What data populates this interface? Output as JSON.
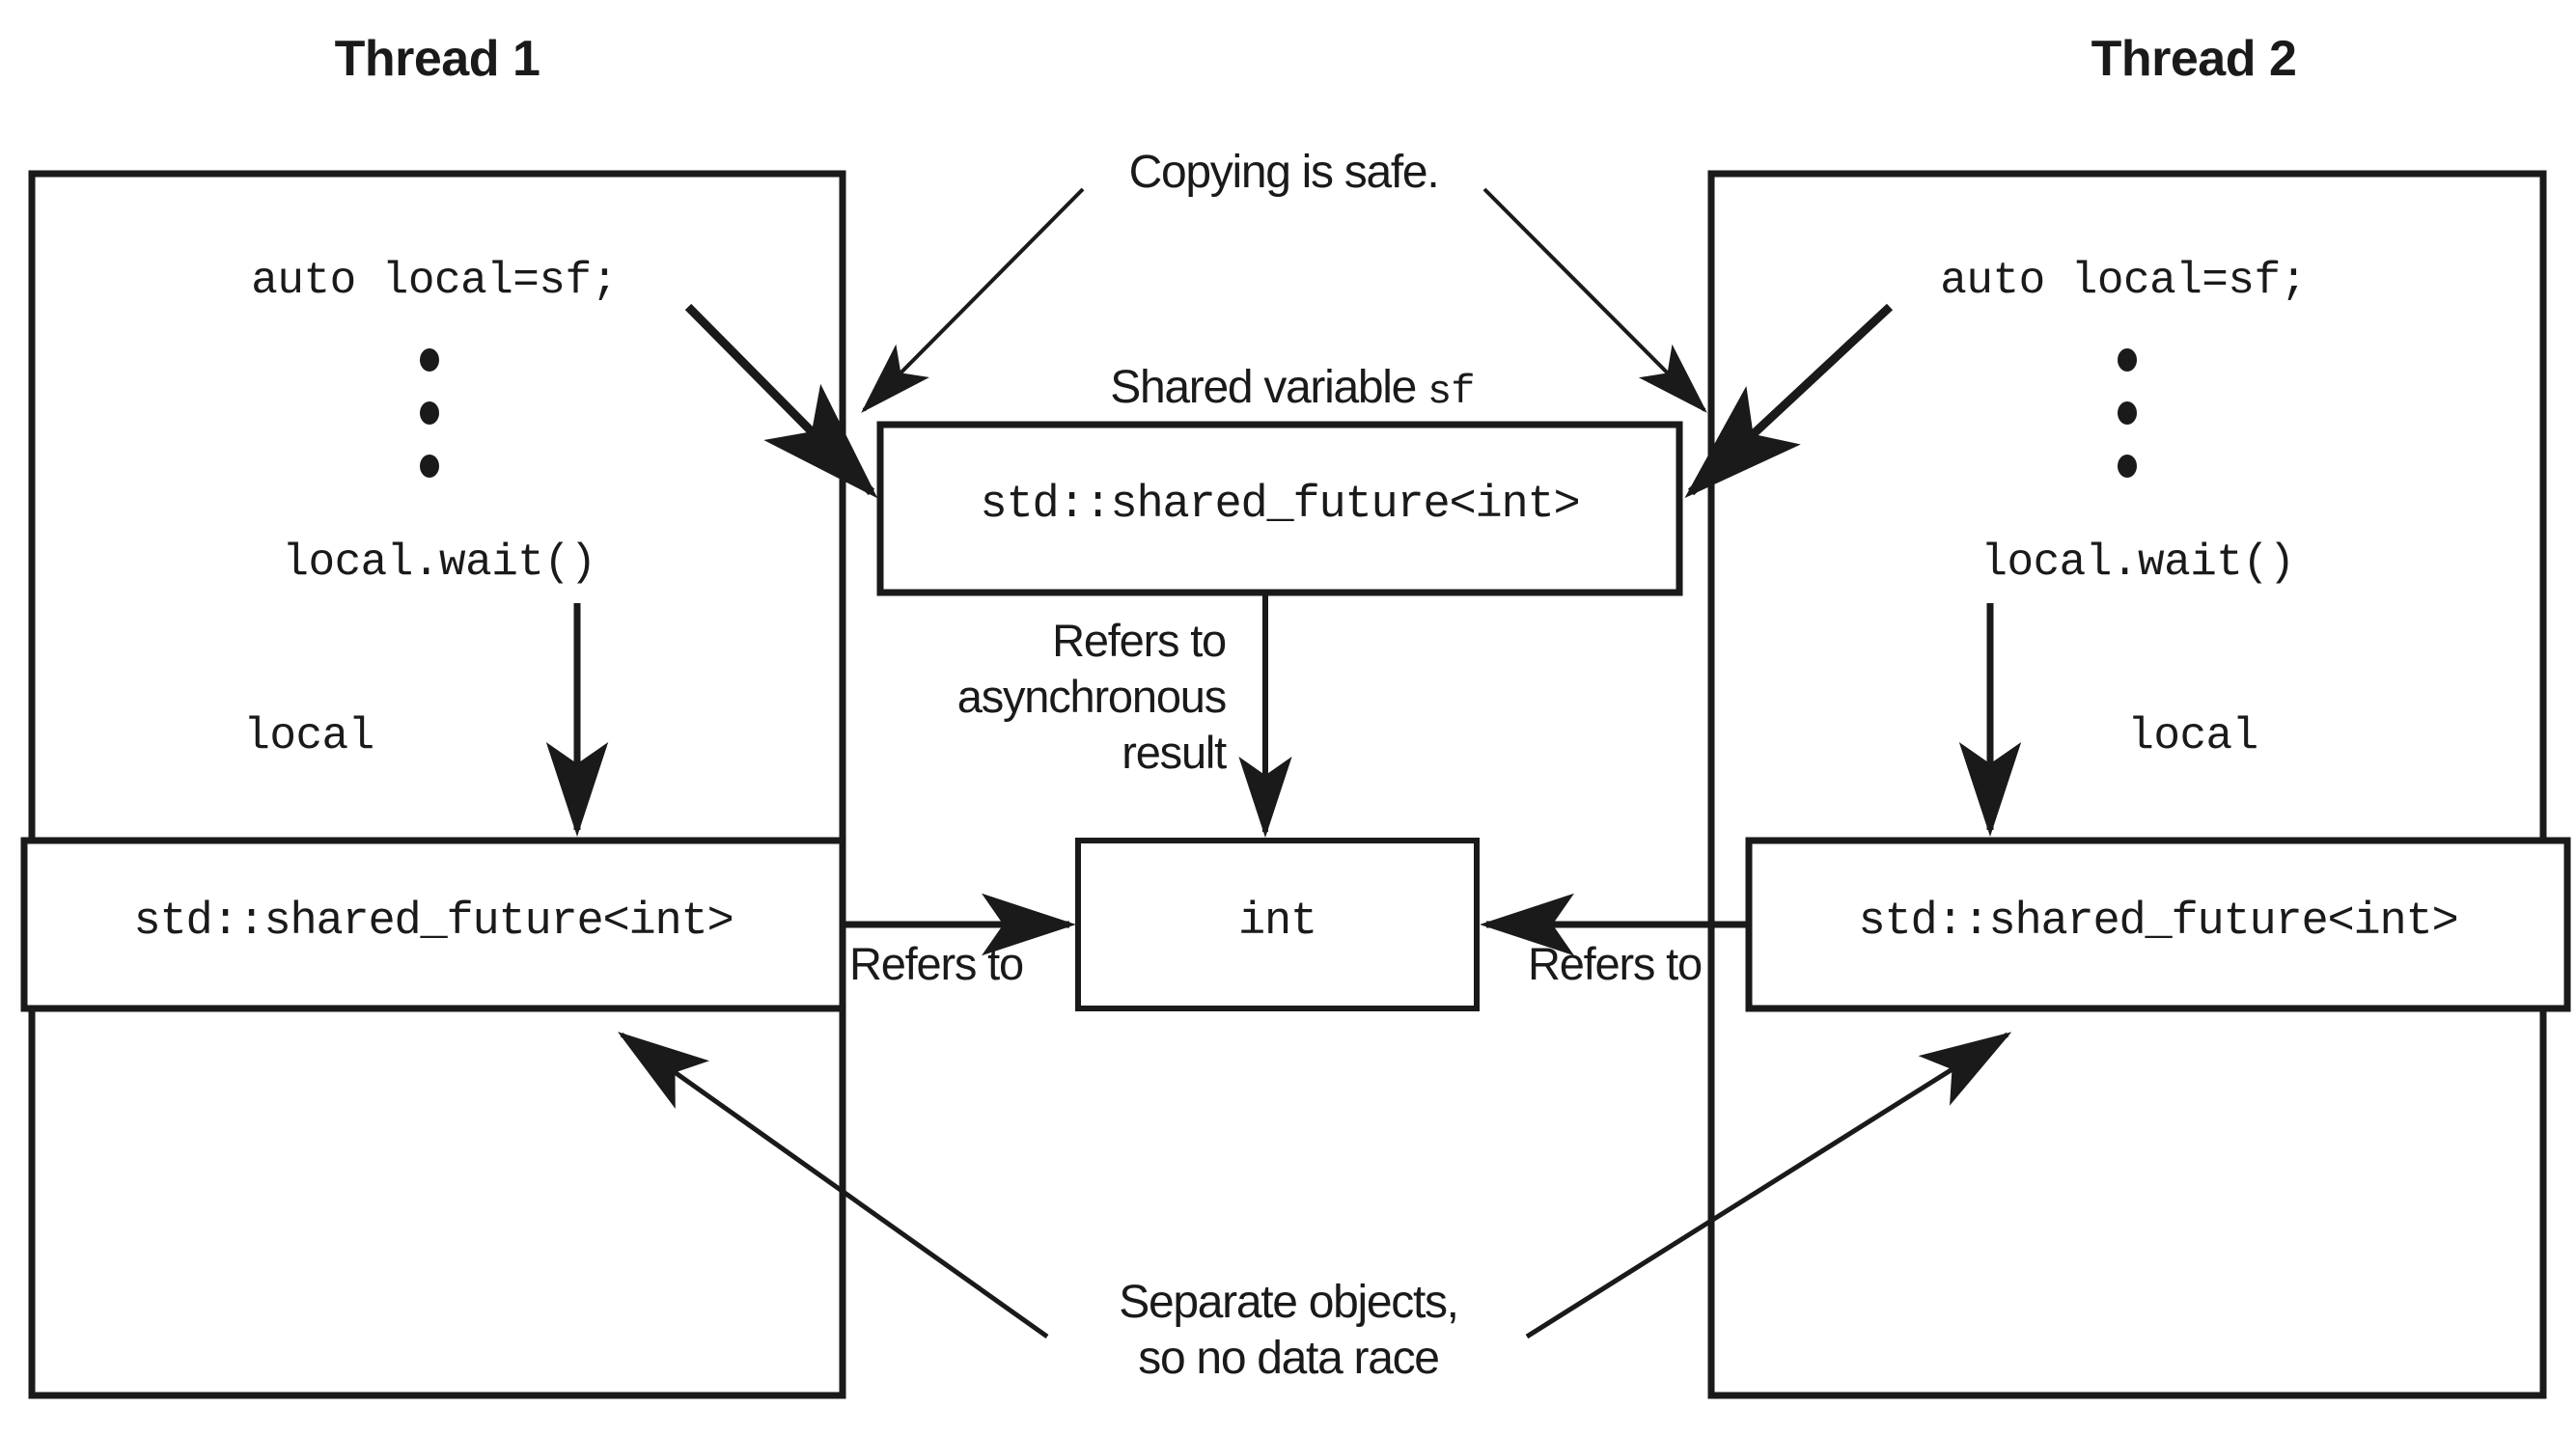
{
  "diagram": {
    "title_thread1": "Thread 1",
    "title_thread2": "Thread 2",
    "thread1": {
      "code_copy": "auto local=sf;",
      "ellipsis": "⋮",
      "code_wait": "local.wait()",
      "local_label": "local",
      "local_box_text": "std::shared_future<int>",
      "refers_to_label": "Refers to"
    },
    "thread2": {
      "code_copy": "auto local=sf;",
      "ellipsis": "⋮",
      "code_wait": "local.wait()",
      "local_label": "local",
      "local_box_text": "std::shared_future<int>",
      "refers_to_label": "Refers to"
    },
    "shared": {
      "copying_note": "Copying is safe.",
      "shared_var_label_text": "Shared variable ",
      "shared_var_label_code": "sf",
      "shared_box_text": "std::shared_future<int>",
      "refers_async_line1": "Refers to",
      "refers_async_line2": "asynchronous",
      "refers_async_line3": "result",
      "result_box_text": "int"
    },
    "bottom_note": {
      "line1": "Separate objects,",
      "line2": "so no data race"
    },
    "colors": {
      "stroke": "#1a1a1a",
      "background": "#ffffff",
      "text": "#1a1a1a"
    }
  }
}
